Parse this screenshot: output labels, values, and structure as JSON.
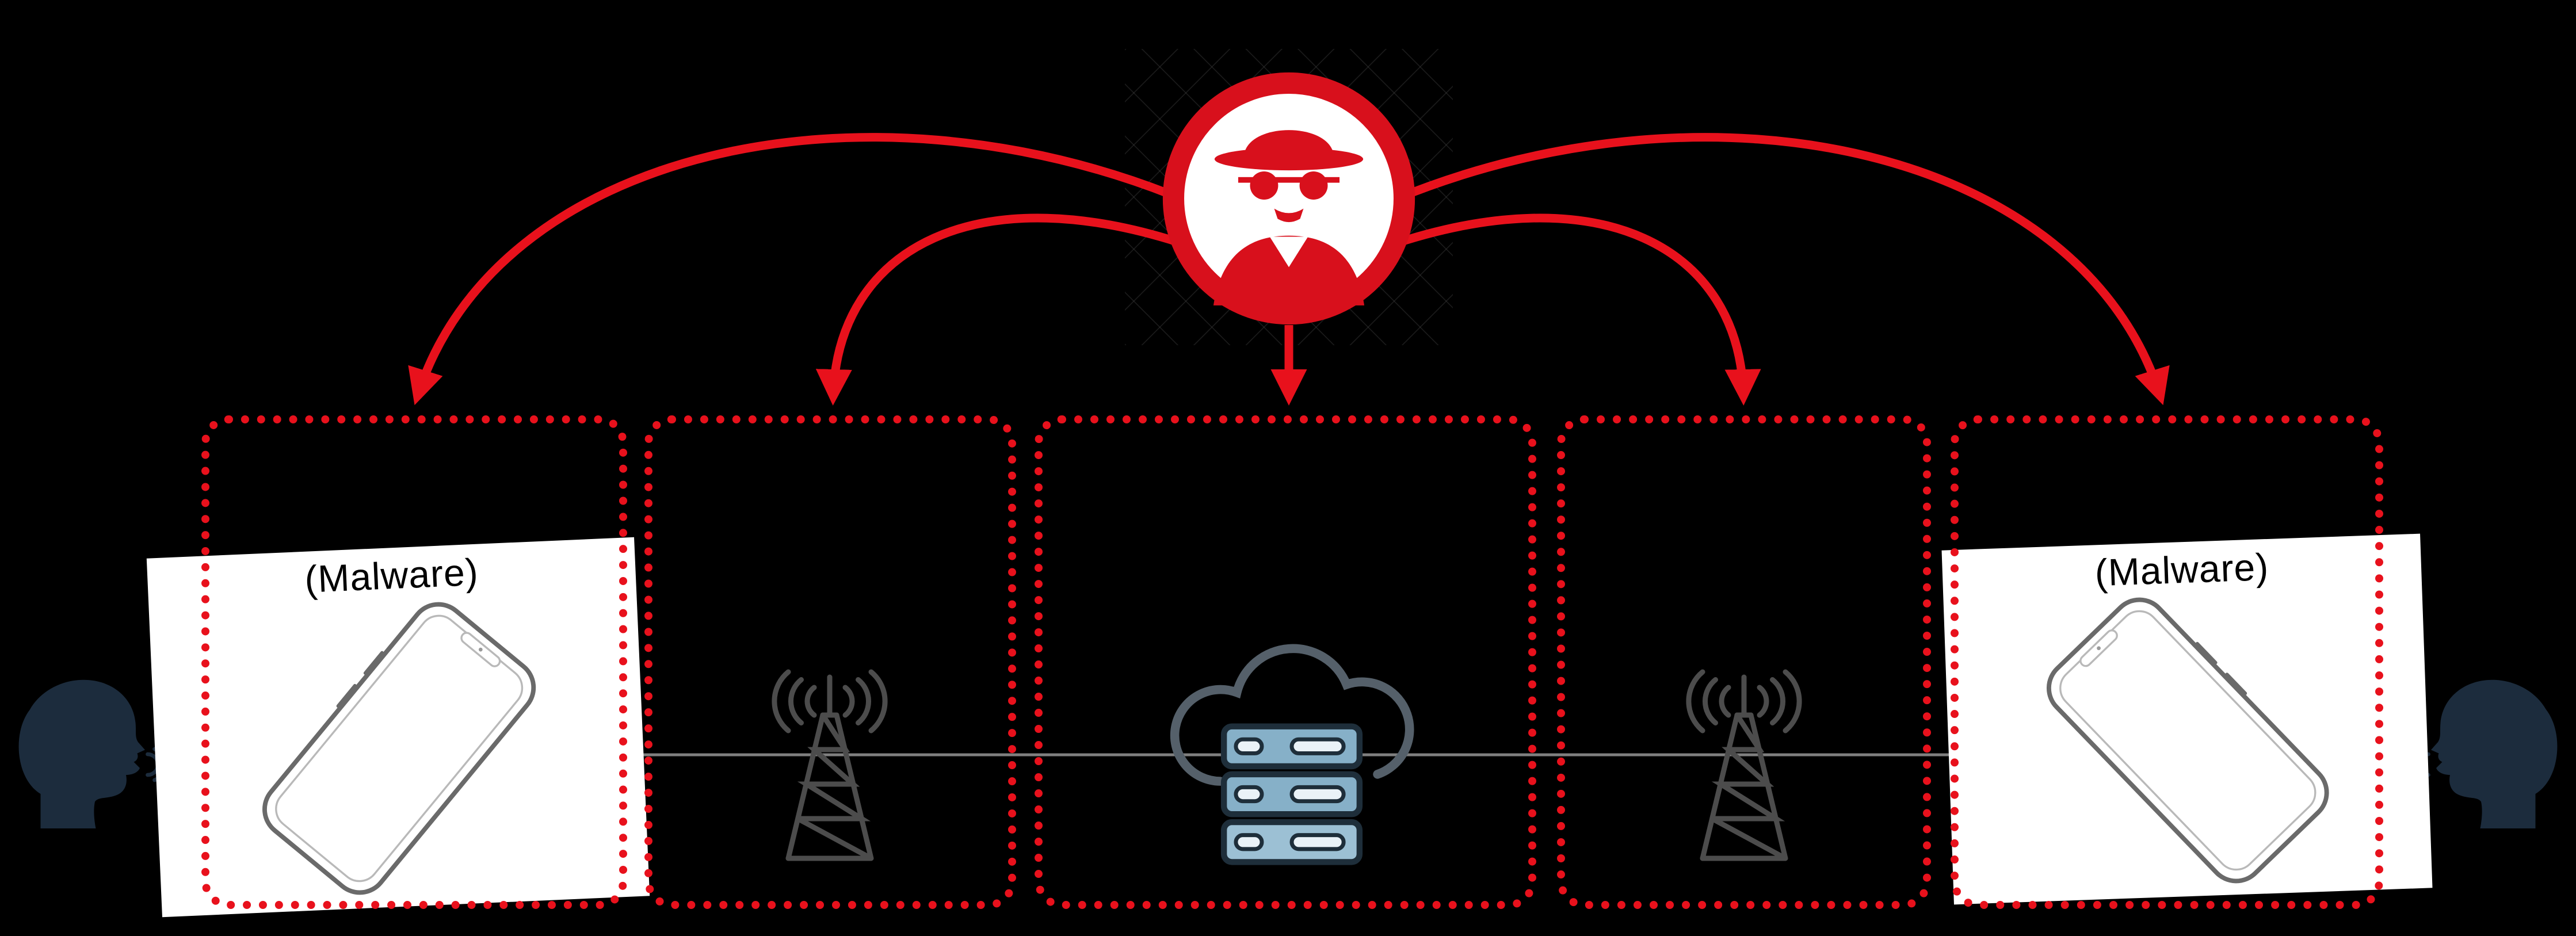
{
  "diagram": {
    "type": "man-in-the-middle-attack-surface",
    "colors": {
      "background": "#000000",
      "attack_red": "#e8111c",
      "link_gray": "#7f7f7f",
      "icon_gray": "#4c4c4c",
      "server_blue": "#86b0c8",
      "server_outline": "#1e2e3a",
      "silhouette_navy": "#1c2c3d",
      "card_white": "#ffffff"
    },
    "attacker": {
      "icon": "spy-icon",
      "arrow_count": 5
    },
    "labels": {
      "malware_left": "(Malware)",
      "malware_right": "(Malware)"
    },
    "nodes": [
      {
        "id": "caller-left",
        "icon": "person-speaking-icon",
        "label": ""
      },
      {
        "id": "phone-left",
        "icon": "smartphone-icon",
        "label": "(Malware)"
      },
      {
        "id": "tower-left",
        "icon": "cell-tower-icon",
        "label": ""
      },
      {
        "id": "core-network",
        "icon": "cloud-server-icon",
        "label": ""
      },
      {
        "id": "tower-right",
        "icon": "cell-tower-icon",
        "label": ""
      },
      {
        "id": "phone-right",
        "icon": "smartphone-icon",
        "label": "(Malware)"
      },
      {
        "id": "caller-right",
        "icon": "person-speaking-icon",
        "label": ""
      }
    ],
    "icons": [
      "spy-icon",
      "smartphone-icon",
      "cell-tower-icon",
      "cloud-server-icon",
      "person-speaking-icon",
      "speech-waves-icon",
      "attack-arrow-icon"
    ]
  }
}
